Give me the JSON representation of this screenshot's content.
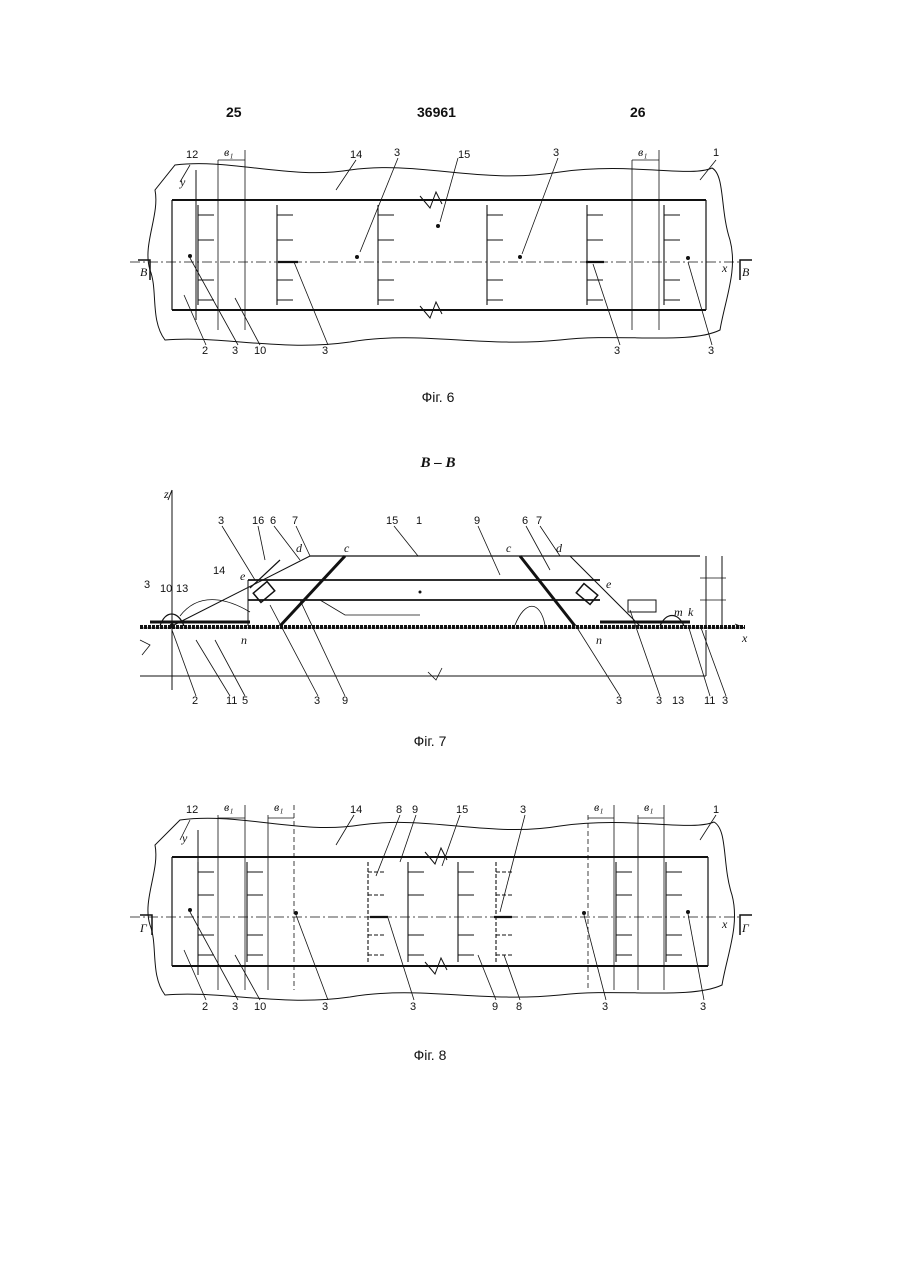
{
  "header": {
    "left_page": "25",
    "patent_number": "36961",
    "right_page": "26"
  },
  "figure6": {
    "caption": "Фiг. 6",
    "section_mark": "В",
    "axis_x": "x",
    "axis_y": "y",
    "dim_label": "в₁",
    "labels": {
      "n12": "12",
      "n14": "14",
      "n15": "15",
      "n1": "1",
      "n2": "2",
      "n10": "10",
      "n3": "3"
    }
  },
  "figure7": {
    "section_title": "В – В",
    "caption": "Фiг. 7",
    "axis_z": "z",
    "axis_x": "x",
    "points": {
      "c": "c",
      "d": "d",
      "e": "e",
      "n": "n",
      "m": "m",
      "k": "k"
    },
    "labels": {
      "n1": "1",
      "n2": "2",
      "n3": "3",
      "n5": "5",
      "n6": "6",
      "n7": "7",
      "n9": "9",
      "n10": "10",
      "n11": "11",
      "n13": "13",
      "n14": "14",
      "n15": "15",
      "n16": "16"
    }
  },
  "figure8": {
    "caption": "Фiг. 8",
    "section_mark": "Г",
    "axis_x": "x",
    "axis_y": "y",
    "dim_label": "в₁",
    "labels": {
      "n12": "12",
      "n14": "14",
      "n15": "15",
      "n1": "1",
      "n2": "2",
      "n3": "3",
      "n8": "8",
      "n9": "9",
      "n10": "10"
    }
  }
}
